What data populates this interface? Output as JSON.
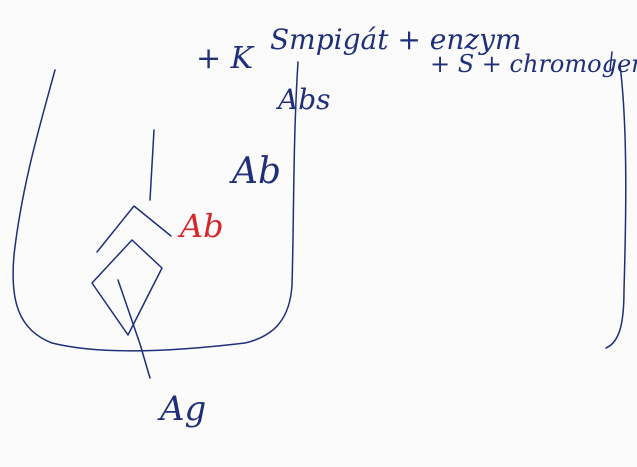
{
  "annotations": {
    "plus_k": "+ K",
    "reagent_top": "Smpigát + enzym",
    "abs": "Abs",
    "reagent_right": "+ S + chromogen",
    "ab_upper": "Ab",
    "ab_red": "Ab",
    "ag": "Ag"
  },
  "colors": {
    "ink": "#1f2f7a",
    "red_ink": "#d7262b",
    "paper": "#fbfbfb"
  }
}
